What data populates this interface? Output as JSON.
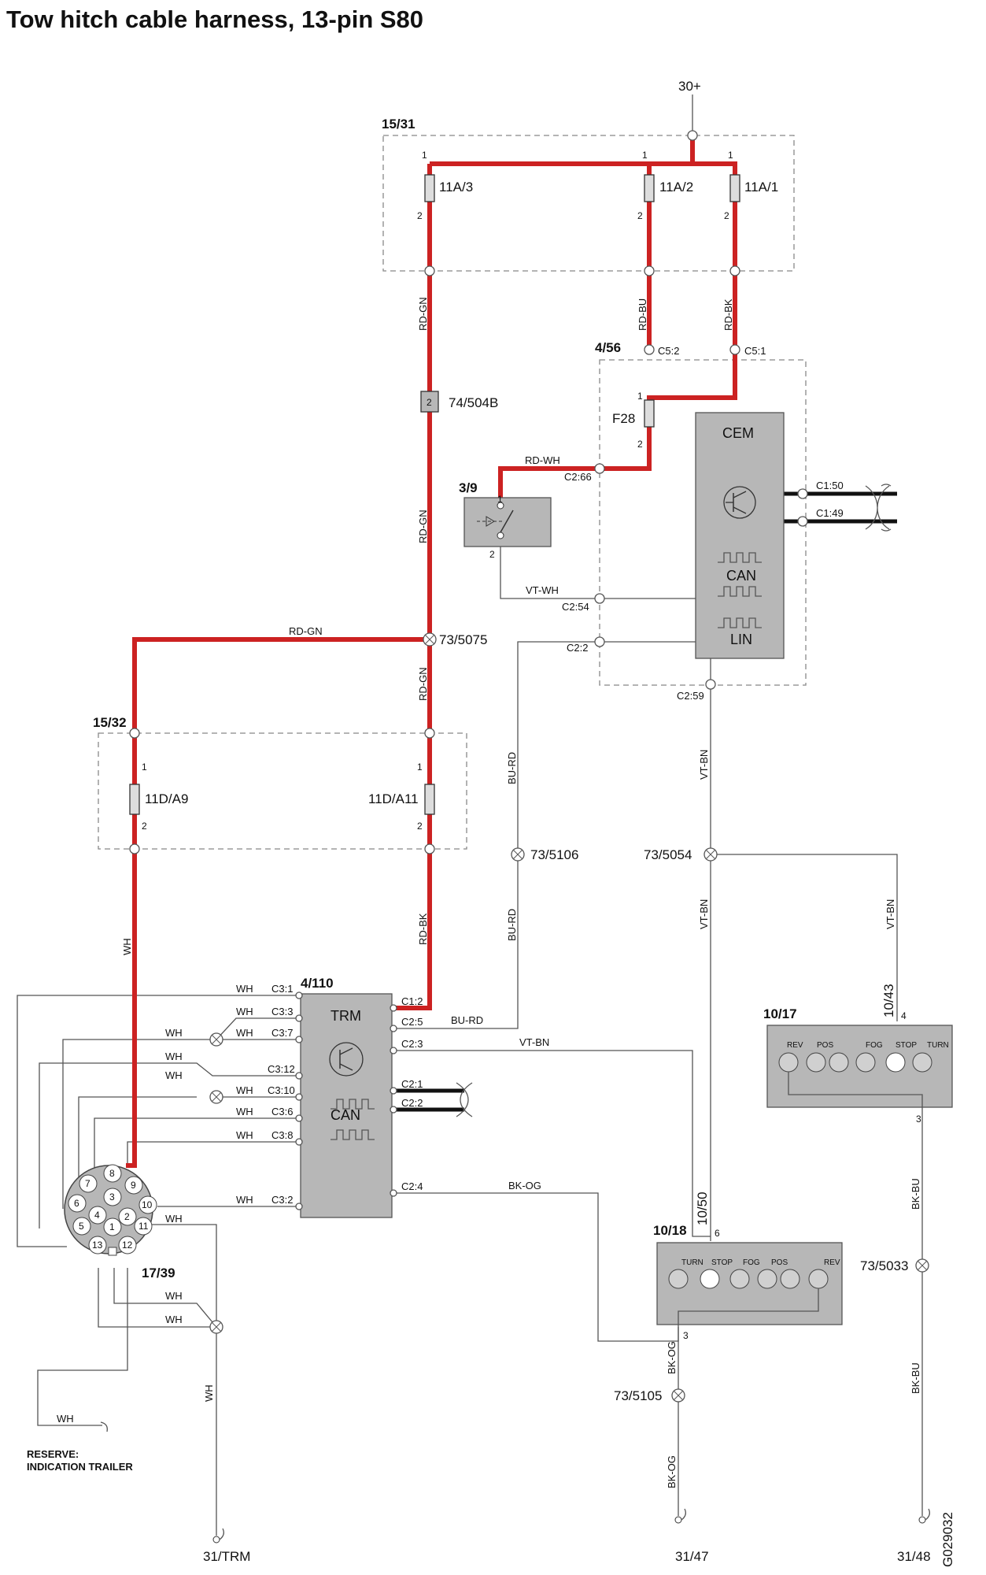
{
  "title": "Tow hitch cable harness, 13-pin S80",
  "figure_id": "G029032",
  "supply": "30+",
  "boxes": {
    "central_fuse": "15/31",
    "cem_module": "4/56",
    "cem_label": "CEM",
    "trailer_fuse": "15/32",
    "trm_module": "4/110",
    "trm_label": "TRM",
    "switch": "3/9",
    "lamp_right": "10/17",
    "lamp_left": "10/18",
    "socket": "17/39"
  },
  "fuses": {
    "f11a3": "11A/3",
    "f11a2": "11A/2",
    "f11a1": "11A/1",
    "f28": "F28",
    "f11d_a9": "11D/A9",
    "f11d_a11": "11D/A11"
  },
  "connectors": {
    "c504b": "74/504B",
    "c504b_pin": "2",
    "c5_2": "C5:2",
    "c5_1": "C5:1",
    "c2_66": "C2:66",
    "c2_54": "C2:54",
    "c2_2": "C2:2",
    "c2_59": "C2:59",
    "c1_50": "C1:50",
    "c1_49": "C1:49",
    "trm_c1_2": "C1:2",
    "trm_c2_5": "C2:5",
    "trm_c2_3": "C2:3",
    "trm_c2_1": "C2:1",
    "trm_c2_2": "C2:2",
    "trm_c2_4": "C2:4",
    "trm_c3_1": "C3:1",
    "trm_c3_3": "C3:3",
    "trm_c3_7": "C3:7",
    "trm_c3_12": "C3:12",
    "trm_c3_10": "C3:10",
    "trm_c3_6": "C3:6",
    "trm_c3_8": "C3:8",
    "trm_c3_2": "C3:2"
  },
  "splices": {
    "s5075": "73/5075",
    "s5106": "73/5106",
    "s5054": "73/5054",
    "s5033": "73/5033",
    "s5105": "73/5105"
  },
  "grounds": {
    "g_trm": "31/TRM",
    "g_47": "31/47",
    "g_48": "31/48"
  },
  "wire_colors": {
    "rd_gn": "RD-GN",
    "rd_bu": "RD-BU",
    "rd_bk": "RD-BK",
    "rd_wh": "RD-WH",
    "vt_wh": "VT-WH",
    "bu_rd": "BU-RD",
    "vt_bn": "VT-BN",
    "wh": "WH",
    "bk_og": "BK-OG",
    "bk_bu": "BK-BU"
  },
  "pins": {
    "p1": "1",
    "p2": "2",
    "p3": "3",
    "p4": "4",
    "p6": "6"
  },
  "bus_labels": {
    "can": "CAN",
    "lin": "LIN"
  },
  "lamp_labels": {
    "rev": "REV",
    "pos": "POS",
    "fog": "FOG",
    "stop": "STOP",
    "turn": "TURN"
  },
  "branch_labels": {
    "b10_43": "10/43",
    "b10_50": "10/50"
  },
  "reserve": {
    "line1": "RESERVE:",
    "line2": "INDICATION TRAILER"
  },
  "socket_pins": [
    "1",
    "2",
    "3",
    "4",
    "5",
    "6",
    "7",
    "8",
    "9",
    "10",
    "11",
    "12",
    "13"
  ],
  "colors": {
    "power_wire": "#cc2222",
    "module_fill": "#b7b7b7"
  }
}
